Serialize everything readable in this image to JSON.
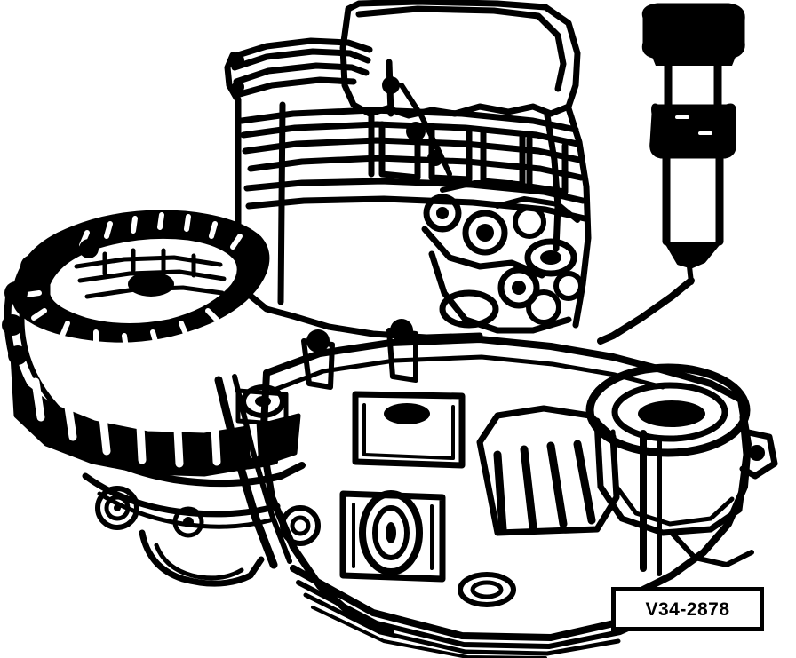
{
  "document": {
    "type": "technical-line-drawing",
    "subject": "Manual transmission / gearbox housing assembly with differential ring gear and special service tool",
    "background_color": "#ffffff",
    "line_color": "#000000"
  },
  "figure": {
    "code_label": {
      "text": "V34-2878",
      "border_color": "#000000",
      "fill_color": "#ffffff",
      "text_color": "#000000"
    }
  },
  "tool": {
    "name": "special-service-drift",
    "head_engraving": "",
    "description": "Cylindrical drift tool with knurled head, collar and tapered tip",
    "leader_line": "connects tool tip to gearbox housing"
  },
  "components": [
    {
      "name": "bellhousing-tower",
      "label": ""
    },
    {
      "name": "differential-ring-gear",
      "label": ""
    },
    {
      "name": "gearbox-main-housing",
      "label": ""
    },
    {
      "name": "driveshaft-flange-bore",
      "label": ""
    },
    {
      "name": "oil-pan-flange",
      "label": ""
    },
    {
      "name": "mounting-boss-cluster",
      "label": ""
    }
  ]
}
